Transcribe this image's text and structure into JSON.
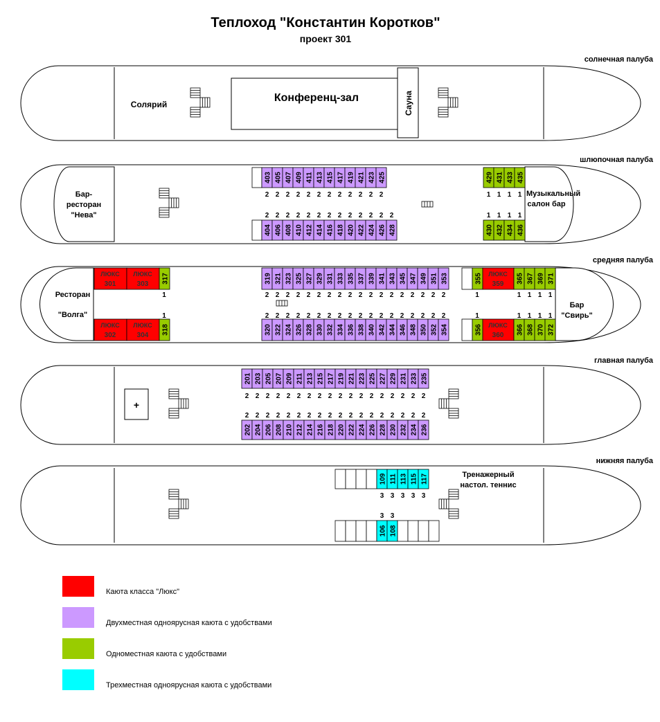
{
  "title": "Теплоход \"Константин Коротков\"",
  "subtitle": "проект 301",
  "colors": {
    "lux": "#ff0000",
    "double": "#cc99ff",
    "single": "#99cc00",
    "triple": "#00ffff"
  },
  "decks": {
    "sun": {
      "name": "солнечная палуба",
      "solarium": "Солярий",
      "conference": "Конференц-зал",
      "sauna": "Сауна"
    },
    "boat": {
      "name": "шлюпочная палуба",
      "bar_restaurant": "Бар-ресторан \"Нева\"",
      "music_salon": "Музыкальный салон бар",
      "top_cabins": [
        "403",
        "405",
        "407",
        "409",
        "411",
        "413",
        "415",
        "417",
        "419",
        "421",
        "423",
        "425"
      ],
      "bottom_cabins": [
        "404",
        "406",
        "408",
        "410",
        "412",
        "414",
        "416",
        "418",
        "420",
        "422",
        "424",
        "426",
        "428"
      ],
      "top_single": [
        "429",
        "431",
        "433",
        "435"
      ],
      "bottom_single": [
        "430",
        "432",
        "434",
        "436"
      ]
    },
    "middle": {
      "name": "средняя палуба",
      "restaurant": "Ресторан",
      "restaurant_name": "\"Волга\"",
      "bar": "Бар \"Свирь\"",
      "lux_label": "ЛЮКС",
      "lux_top": [
        "301",
        "303"
      ],
      "lux_bottom": [
        "302",
        "304"
      ],
      "single_left_top": "317",
      "single_left_bottom": "318",
      "top_cabins": [
        "319",
        "321",
        "323",
        "325",
        "327",
        "329",
        "331",
        "333",
        "335",
        "337",
        "339",
        "341",
        "343",
        "345",
        "347",
        "349",
        "351",
        "353"
      ],
      "bottom_cabins": [
        "320",
        "322",
        "324",
        "326",
        "328",
        "330",
        "332",
        "334",
        "336",
        "338",
        "340",
        "342",
        "344",
        "346",
        "348",
        "350",
        "352",
        "354"
      ],
      "right_single_top": "355",
      "right_single_bottom": "356",
      "lux_right_top": "359",
      "lux_right_bottom": "360",
      "right_top_singles": [
        "365",
        "367",
        "369",
        "371"
      ],
      "right_bottom_singles": [
        "366",
        "368",
        "370",
        "372"
      ]
    },
    "main": {
      "name": "главная палуба",
      "medical": "+",
      "top_cabins": [
        "201",
        "203",
        "205",
        "207",
        "209",
        "211",
        "213",
        "215",
        "217",
        "219",
        "221",
        "223",
        "225",
        "227",
        "229",
        "231",
        "233",
        "235"
      ],
      "bottom_cabins": [
        "202",
        "204",
        "206",
        "208",
        "210",
        "212",
        "214",
        "216",
        "218",
        "220",
        "222",
        "224",
        "226",
        "228",
        "230",
        "232",
        "234",
        "236"
      ]
    },
    "lower": {
      "name": "нижняя палуба",
      "gym": "Тренажерный",
      "tennis": "настол. теннис",
      "top_cabins": [
        "109",
        "111",
        "113",
        "115",
        "117"
      ],
      "bottom_cabins": [
        "106",
        "108"
      ]
    }
  },
  "legend": [
    {
      "color": "#ff0000",
      "label": "Каюта класса \"Люкс\""
    },
    {
      "color": "#cc99ff",
      "label": "Двухместная одноярусная каюта с удобствами"
    },
    {
      "color": "#99cc00",
      "label": "Одноместная каюта с удобствами"
    },
    {
      "color": "#00ffff",
      "label": "Трехместная одноярусная каюта с удобствами"
    }
  ]
}
